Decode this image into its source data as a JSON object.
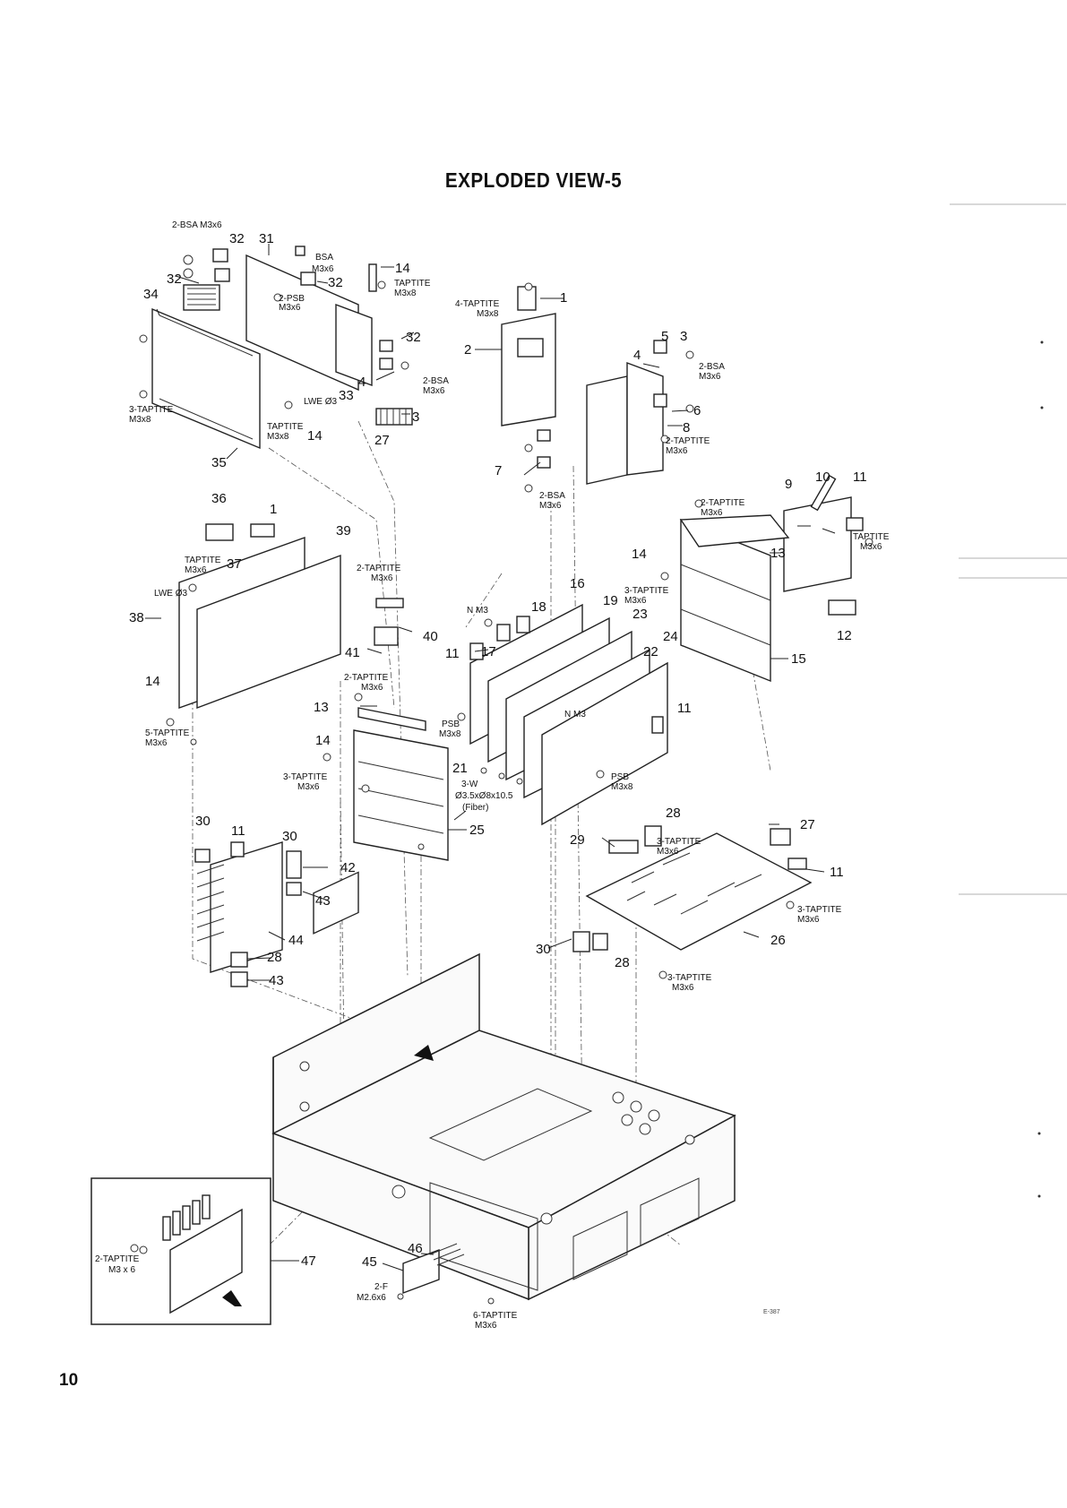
{
  "page": {
    "title": "EXPLODED VIEW-5",
    "page_number": "10",
    "reference_code": "E-387"
  },
  "callouts": [
    {
      "n": "1"
    },
    {
      "n": "2"
    },
    {
      "n": "3"
    },
    {
      "n": "4"
    },
    {
      "n": "5"
    },
    {
      "n": "6"
    },
    {
      "n": "7"
    },
    {
      "n": "8"
    },
    {
      "n": "9"
    },
    {
      "n": "10"
    },
    {
      "n": "11"
    },
    {
      "n": "12"
    },
    {
      "n": "13"
    },
    {
      "n": "14"
    },
    {
      "n": "15"
    },
    {
      "n": "16"
    },
    {
      "n": "17"
    },
    {
      "n": "18"
    },
    {
      "n": "19"
    },
    {
      "n": "21"
    },
    {
      "n": "22"
    },
    {
      "n": "23"
    },
    {
      "n": "24"
    },
    {
      "n": "25"
    },
    {
      "n": "26"
    },
    {
      "n": "27"
    },
    {
      "n": "28"
    },
    {
      "n": "29"
    },
    {
      "n": "30"
    },
    {
      "n": "31"
    },
    {
      "n": "32"
    },
    {
      "n": "33"
    },
    {
      "n": "34"
    },
    {
      "n": "35"
    },
    {
      "n": "36"
    },
    {
      "n": "37"
    },
    {
      "n": "38"
    },
    {
      "n": "39"
    },
    {
      "n": "40"
    },
    {
      "n": "41"
    },
    {
      "n": "42"
    },
    {
      "n": "43"
    },
    {
      "n": "44"
    },
    {
      "n": "45"
    },
    {
      "n": "46"
    },
    {
      "n": "47"
    }
  ],
  "screw_labels": {
    "bsa_2_m3x6": "2-BSA M3x6",
    "bsa_m3x6_top": "BSA",
    "m3x6": "M3x6",
    "m3x8": "M3x8",
    "psb_2": "2-PSB",
    "taptite": "TAPTITE",
    "taptite_3": "3-TAPTITE",
    "taptite_4": "4-TAPTITE",
    "taptite_2": "2-TAPTITE",
    "taptite_5": "5-TAPTITE",
    "taptite_6": "6-TAPTITE",
    "bsa_2": "2-BSA",
    "lwe_3": "LWE Ø3",
    "n_m3": "N M3",
    "psb": "PSB",
    "w_3": "3-W",
    "washer_spec": "Ø3.5xØ8x10.5",
    "fiber": "(Fiber)",
    "f_2": "2-F",
    "m26x6": "M2.6x6",
    "m3x6_spaced": "M3 x 6"
  }
}
